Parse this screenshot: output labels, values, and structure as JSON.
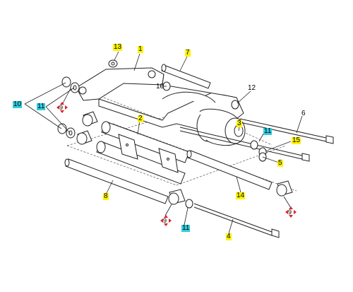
{
  "diagram": {
    "labels": {
      "l1": "1",
      "l2": "2",
      "l3": "3",
      "l4": "4",
      "l5": "5",
      "l6": "6",
      "l7": "7",
      "l8": "8",
      "l9a": "9",
      "l9b": "9",
      "l9c": "9",
      "l10a": "10",
      "l10b": "10",
      "l11a": "11",
      "l11b": "11",
      "l11c": "11",
      "l12": "12",
      "l13": "13",
      "l14": "14",
      "l15": "15"
    },
    "colors": {
      "yellow": "#fff200",
      "cyan": "#33ccdd",
      "marker_red": "#e02020"
    },
    "marker_icon": "red-arrow-cross-icon"
  }
}
